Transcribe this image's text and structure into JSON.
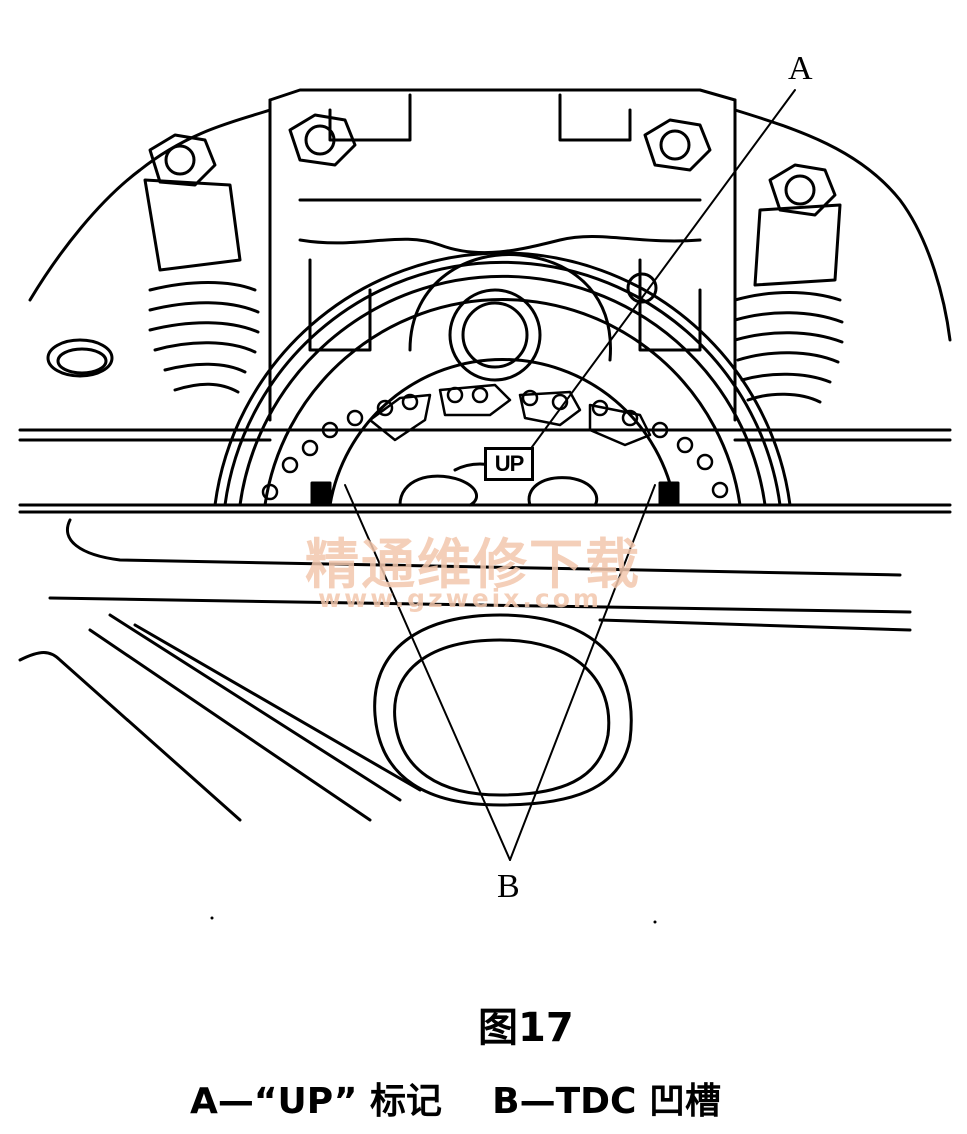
{
  "callouts": {
    "a": "A",
    "b": "B"
  },
  "mark": {
    "up": "UP"
  },
  "watermark": {
    "cn": "精通维修下载",
    "url": "www.gzweix.com"
  },
  "figure": {
    "title": "图17",
    "caption_a": "A—“UP” 标记",
    "caption_b": "B—TDC 凹槽"
  },
  "colors": {
    "ink": "#000000",
    "watermark": "#f3c7ad",
    "paper": "#ffffff"
  }
}
